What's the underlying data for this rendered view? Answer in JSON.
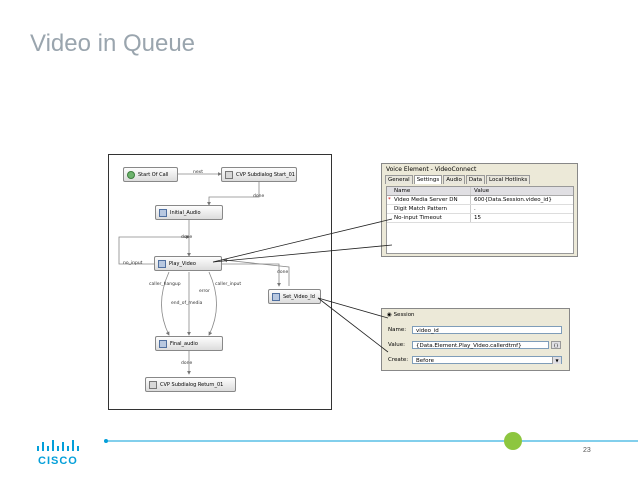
{
  "slide": {
    "title": "Video in Queue",
    "page_number": "23",
    "logo_text": "CISCO",
    "accent_color": "#049fd9",
    "dot_color": "#8dc63f"
  },
  "flow": {
    "nodes": {
      "start": "Start Of Call",
      "cvp_start": "CVP Subdialog Start_01",
      "initial_audio": "Initial_Audio",
      "play_video": "Play_Video",
      "set_video_id": "Set_Video_Id",
      "final_audio": "Final_audio",
      "cvp_return": "CVP Subdialog Return_01"
    },
    "edges": {
      "next": "next",
      "done1": "done",
      "done2": "done",
      "done3": "done",
      "done4": "done",
      "no_input": "no_input",
      "caller_hangup": "caller_hangup",
      "error": "error",
      "caller_input": "caller_input",
      "end_of_media": "end_of_media"
    }
  },
  "voice_element": {
    "title": "Voice Element - VideoConnect",
    "tabs": [
      "General",
      "Settings",
      "Audio",
      "Data",
      "Local Hotlinks"
    ],
    "columns": [
      "Name",
      "Value"
    ],
    "rows": [
      {
        "required": "*",
        "name": "Video Media Server DN",
        "value": "600{Data.Session.video_id}"
      },
      {
        "required": "",
        "name": "Digit Match Pattern",
        "value": "."
      },
      {
        "required": "",
        "name": "No-input Timeout",
        "value": "15"
      }
    ]
  },
  "session": {
    "scope_label": "Session",
    "name_label": "Name:",
    "name_value": "video_id",
    "value_label": "Value:",
    "value_value": "{Data.Element.Play_Video.callerdtmf}",
    "create_label": "Create:",
    "create_value": "Before"
  }
}
